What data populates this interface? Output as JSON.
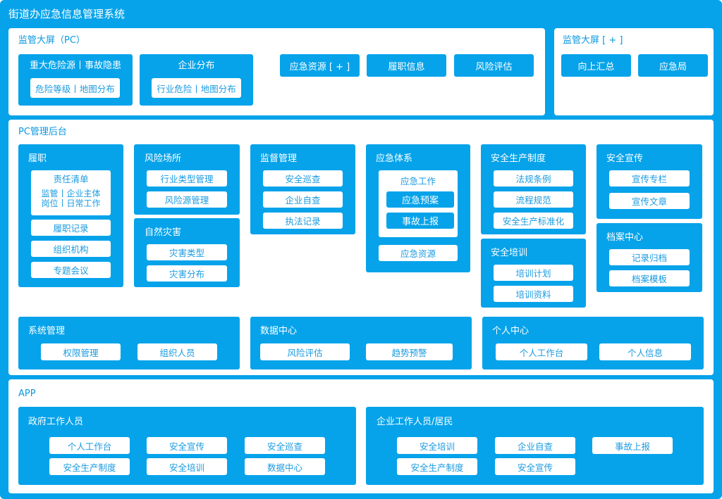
{
  "title": "街道办应急信息管理系统",
  "monitor_pc": {
    "title": "监管大屏（PC）",
    "hazard": {
      "title": "重大危险源丨事故隐患",
      "button": "危险等级丨地图分布"
    },
    "enterprise": {
      "title": "企业分布",
      "button": "行业危险丨地图分布"
    },
    "buttons": [
      "应急资源 [ + ]",
      "履职信息",
      "风险评估"
    ]
  },
  "monitor_plus": {
    "title": "监管大屏 [ + ]",
    "buttons": [
      "向上汇总",
      "应急局"
    ]
  },
  "pc_admin": {
    "title": "PC管理后台",
    "duty": {
      "title": "履职",
      "sub_title": "责任清单",
      "sub_line1": "监管丨企业主体",
      "sub_line2": "岗位丨日常工作",
      "items": [
        "履职记录",
        "组织机构",
        "专题会议"
      ]
    },
    "risk_place": {
      "title": "风险场所",
      "items": [
        "行业类型管理",
        "风险源管理"
      ]
    },
    "natural": {
      "title": "自然灾害",
      "items": [
        "灾害类型",
        "灾害分布"
      ]
    },
    "supervise": {
      "title": "监督管理",
      "items": [
        "安全巡查",
        "企业自查",
        "执法记录"
      ]
    },
    "emergency": {
      "title": "应急体系",
      "sub_title": "应急工作",
      "sub_items": [
        "应急预案",
        "事故上报"
      ],
      "items": [
        "应急资源"
      ]
    },
    "safety_system": {
      "title": "安全生产制度",
      "items": [
        "法规条例",
        "流程规范",
        "安全生产标准化"
      ]
    },
    "training": {
      "title": "安全培训",
      "items": [
        "培训计划",
        "培训资料"
      ]
    },
    "publicity": {
      "title": "安全宣传",
      "items": [
        "宣传专栏",
        "宣传文章"
      ]
    },
    "archive": {
      "title": "档案中心",
      "items": [
        "记录归档",
        "档案模板"
      ]
    },
    "system_mgmt": {
      "title": "系统管理",
      "items": [
        "权限管理",
        "组织人员"
      ]
    },
    "data_center": {
      "title": "数据中心",
      "items": [
        "风险评估",
        "趋势预警"
      ]
    },
    "personal": {
      "title": "个人中心",
      "items": [
        "个人工作台",
        "个人信息"
      ]
    }
  },
  "app": {
    "title": "APP",
    "gov": {
      "title": "政府工作人员",
      "items": [
        "个人工作台",
        "安全宣传",
        "安全巡查",
        "安全生产制度",
        "安全培训",
        "数据中心"
      ]
    },
    "enterprise": {
      "title": "企业工作人员/居民",
      "items": [
        "安全培训",
        "企业自查",
        "事故上报",
        "安全生产制度",
        "安全宣传"
      ]
    }
  }
}
